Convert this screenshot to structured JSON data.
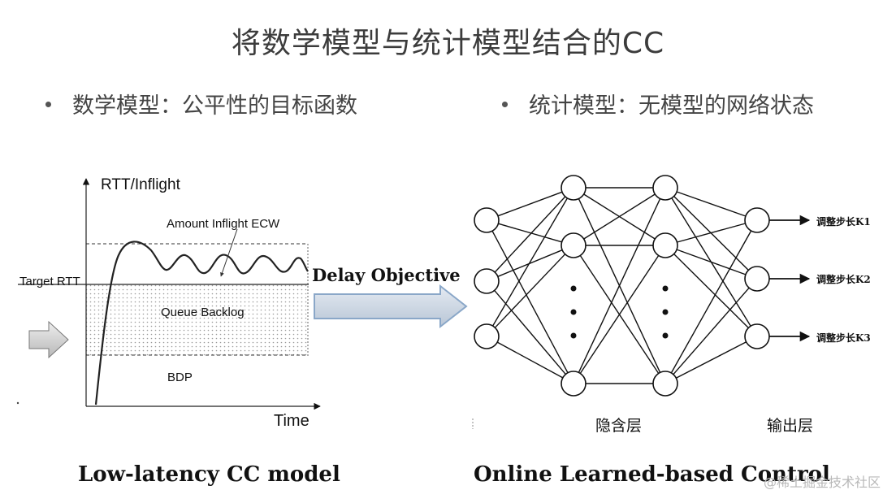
{
  "title": "将数学模型与统计模型结合的CC",
  "bullets": {
    "left": "数学模型：公平性的目标函数",
    "right": "统计模型：无模型的网络状态"
  },
  "left_diagram": {
    "y_axis_label": "RTT/Inflight",
    "x_axis_label": "Time",
    "target_rtt_label": "Target RTT",
    "amount_inflight_label": "Amount Inflight ECW",
    "queue_backlog_label": "Queue Backlog",
    "bdp_label": "BDP",
    "caption": "Low-latency CC model"
  },
  "connector": {
    "label": "Delay Objective"
  },
  "right_diagram": {
    "outputs": [
      "调整步长K1",
      "调整步长K2",
      "调整步长K3"
    ],
    "hidden_layer_label": "隐含层",
    "output_layer_label": "输出层",
    "caption": "Online Learned-based Control"
  },
  "watermark": "@稀土掘金技术社区"
}
